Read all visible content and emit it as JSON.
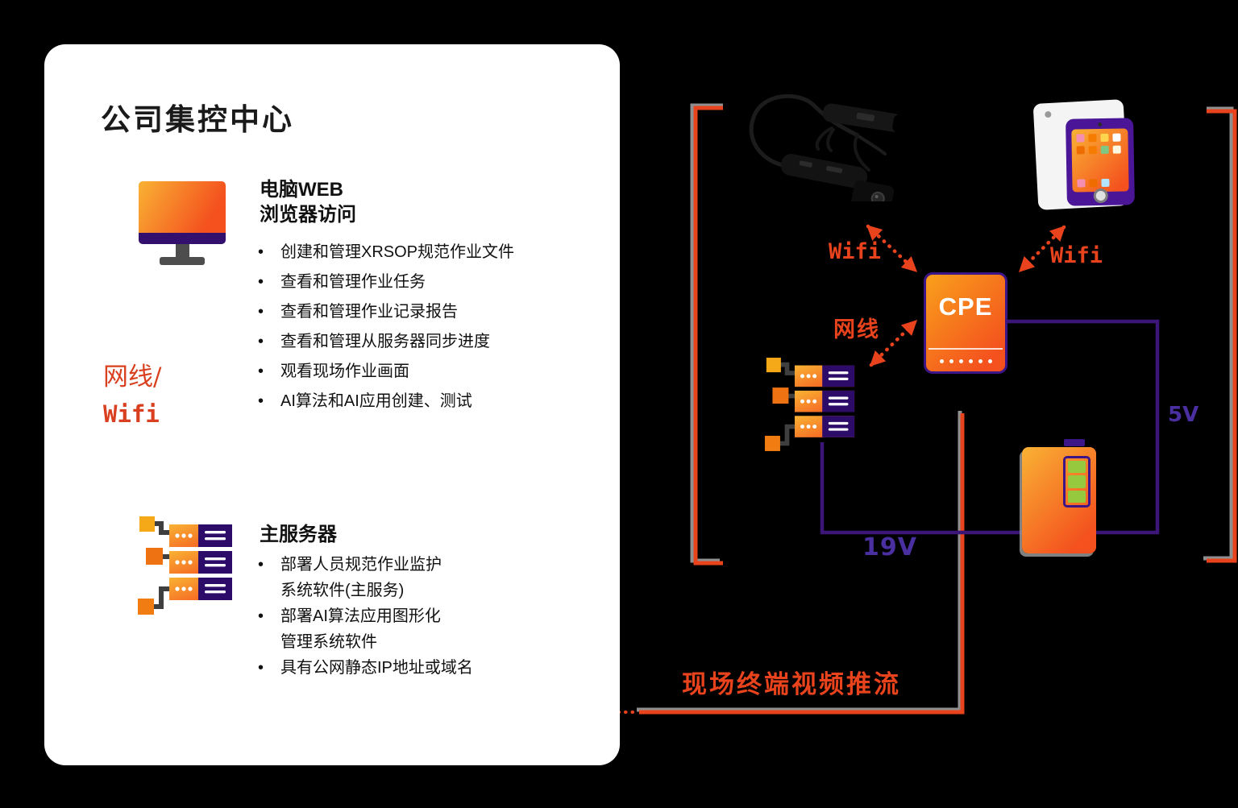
{
  "card": {
    "title": "公司集控中心",
    "bullet_char": "•",
    "web": {
      "heading_line1": "电脑WEB",
      "heading_line2": "浏览器访问",
      "bullets": [
        "创建和管理XRSOP规范作业文件",
        "查看和管理作业任务",
        "查看和管理作业记录报告",
        "查看和管理从服务器同步进度",
        "观看现场作业画面",
        "AI算法和AI应用创建、测试"
      ]
    },
    "link_label": {
      "line1": "网线/",
      "line2": "Wifi"
    },
    "server": {
      "heading": "主服务器",
      "bullets": [
        [
          "部署人员规范作业监护",
          "系统软件(主服务)"
        ],
        [
          "部署AI算法应用图形化",
          "管理系统软件"
        ],
        [
          "具有公网静态IP地址或域名"
        ]
      ]
    }
  },
  "network": {
    "cpe_label": "CPE",
    "wifi_left": "Wifi",
    "wifi_right": "Wifi",
    "lan_label": "网线",
    "power_19v": "19V",
    "power_5v": "5V",
    "stream_label": "现场终端视频推流"
  },
  "icons": {
    "monitor-icon": "css-shape orange screen with purple strip and stand",
    "main-server-icon": "svg stacked server racks with port squares",
    "field-server-icon": "svg stacked server racks with port squares",
    "smart-glasses-icon": "svg black AR glasses with neckband cable",
    "tablet-icon": "css purple tablet with orange app screen",
    "cpe-device-icon": "orange box labeled CPE with indicator dots",
    "battery-icon": "orange power bank with green charge bars",
    "dotted-arrow": "red dotted double-headed connector",
    "bracket": "red square bracket frame"
  },
  "colors": {
    "background": "#000000",
    "card": "#FFFFFF",
    "accent_red": "#E8431C",
    "link_red": "#D9401F",
    "orange_from": "#F9B234",
    "orange_to": "#F4511E",
    "deep_purple": "#2D0B69",
    "wire_purple": "#3B1578",
    "label_purple": "#4A2FA0",
    "battery_green": "#96C93D"
  }
}
